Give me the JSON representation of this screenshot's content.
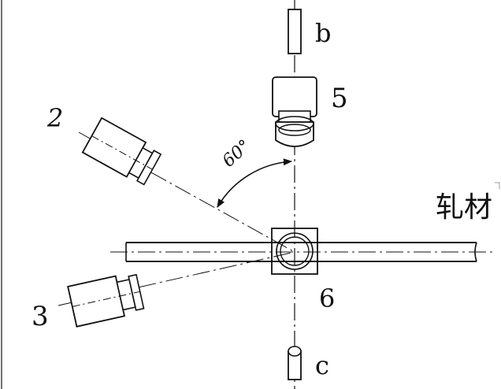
{
  "labels": {
    "b": "b",
    "c": "c",
    "n2": "2",
    "n3": "3",
    "n5": "5",
    "n6": "6",
    "angle": "60°",
    "rolled_material": "轧材"
  },
  "colors": {
    "line": "#111111",
    "background": "#ffffff"
  }
}
